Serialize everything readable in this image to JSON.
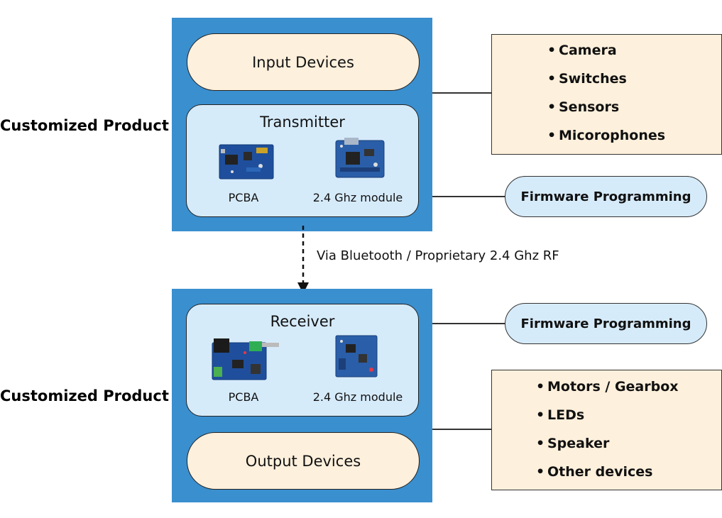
{
  "top": {
    "side_label": "Customized Product",
    "input_pill": "Input Devices",
    "transmitter": {
      "title": "Transmitter",
      "pcba_caption": "PCBA",
      "module_caption": "2.4 Ghz module"
    },
    "input_list": [
      "Camera",
      "Switches",
      "Sensors",
      "Micorophones"
    ],
    "firmware_label": "Firmware Programming"
  },
  "link_label": "Via Bluetooth / Proprietary 2.4 Ghz RF",
  "bottom": {
    "side_label": "Customized Product",
    "receiver": {
      "title": "Receiver",
      "pcba_caption": "PCBA",
      "module_caption": "2.4 Ghz module"
    },
    "output_pill": "Output Devices",
    "output_list": [
      "Motors / Gearbox",
      "LEDs",
      "Speaker",
      "Other devices"
    ],
    "firmware_label": "Firmware Programming"
  },
  "colors": {
    "panel_blue": "#3a8fcf",
    "inner_blue": "#d6ebfa",
    "cream": "#fdf0dc",
    "pcb_blue": "#1f4f9c"
  }
}
